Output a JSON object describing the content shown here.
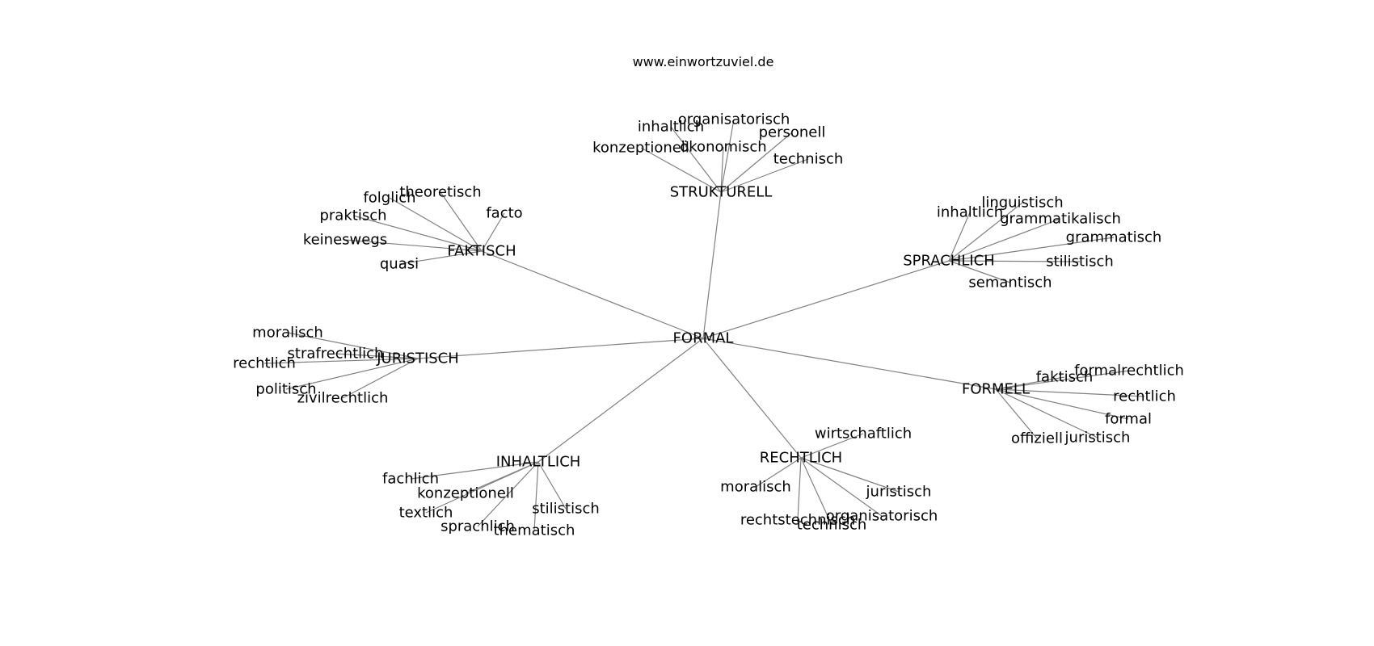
{
  "watermark": "www.einwortzuviel.de",
  "colors": {
    "edge": "#808080",
    "text": "#000000",
    "background": "#ffffff"
  },
  "graph": {
    "center": "FORMAL",
    "clusters": [
      {
        "hub": "STRUKTURELL",
        "leaves": [
          "organisatorisch",
          "inhaltlich",
          "personell",
          "ökonomisch",
          "konzeptionell",
          "technisch"
        ]
      },
      {
        "hub": "FAKTISCH",
        "leaves": [
          "theoretisch",
          "folglich",
          "facto",
          "praktisch",
          "keineswegs",
          "quasi"
        ]
      },
      {
        "hub": "SPRACHLICH",
        "leaves": [
          "linguistisch",
          "inhaltlich",
          "grammatikalisch",
          "grammatisch",
          "stilistisch",
          "semantisch"
        ]
      },
      {
        "hub": "JURISTISCH",
        "leaves": [
          "moralisch",
          "strafrechtlich",
          "rechtlich",
          "politisch",
          "zivilrechtlich"
        ]
      },
      {
        "hub": "FORMELL",
        "leaves": [
          "formalrechtlich",
          "faktisch",
          "rechtlich",
          "formal",
          "offiziell",
          "juristisch"
        ]
      },
      {
        "hub": "INHALTLICH",
        "leaves": [
          "fachlich",
          "konzeptionell",
          "textlich",
          "stilistisch",
          "sprachlich",
          "thematisch"
        ]
      },
      {
        "hub": "RECHTLICH",
        "leaves": [
          "wirtschaftlich",
          "moralisch",
          "juristisch",
          "organisatorisch",
          "rechtstechnisch",
          "technisch"
        ]
      }
    ]
  }
}
